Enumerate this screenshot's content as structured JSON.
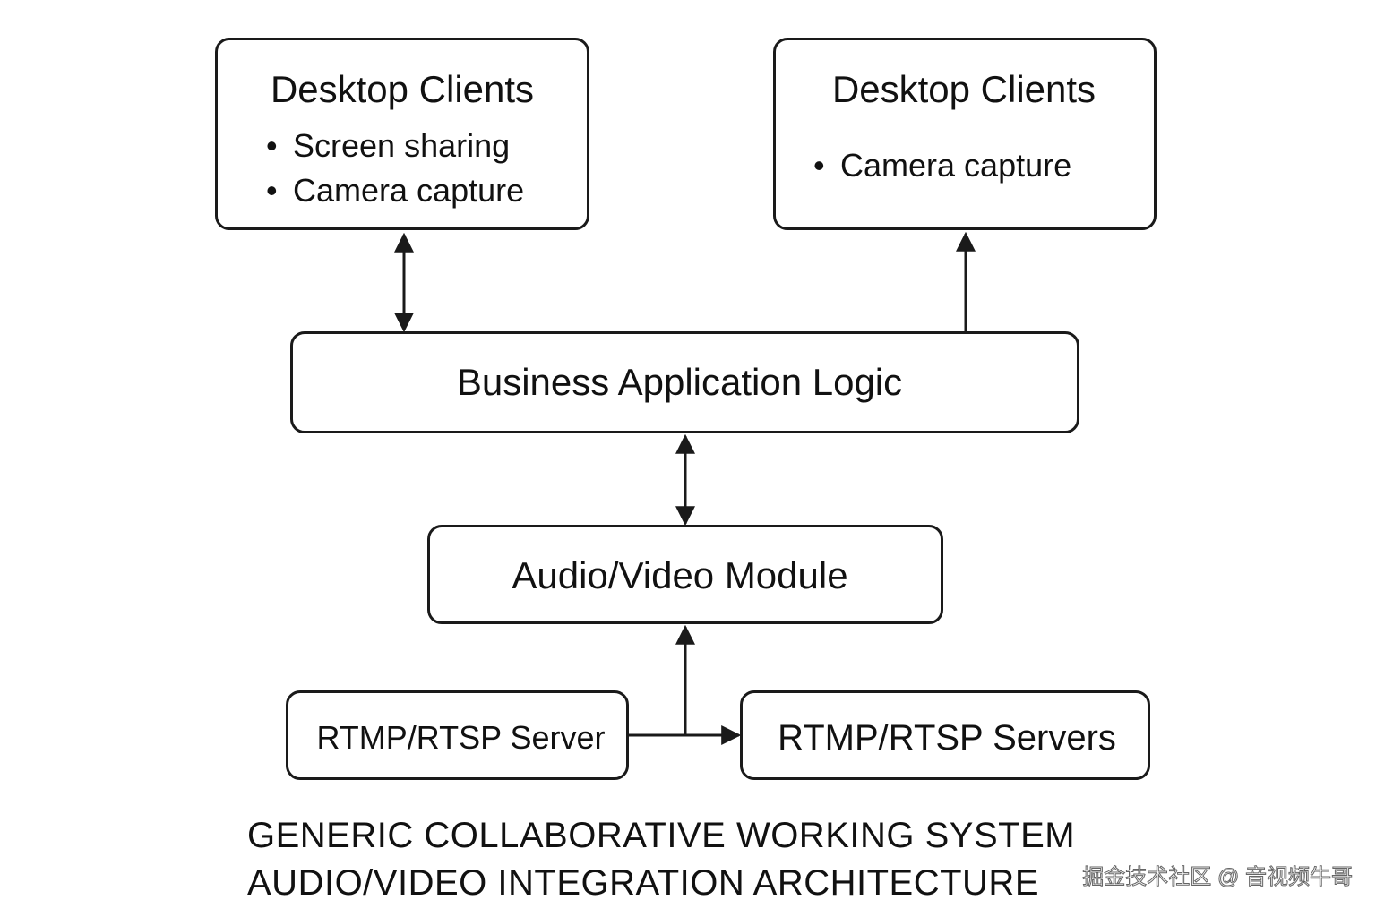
{
  "nodes": {
    "desktop_clients_left": {
      "title": "Desktop Clients",
      "bullets": [
        "Screen sharing",
        "Camera capture"
      ]
    },
    "desktop_clients_right": {
      "title": "Desktop Clients",
      "bullets": [
        "Camera capture"
      ]
    },
    "business_logic": {
      "title": "Business Application Logic"
    },
    "av_module": {
      "title": "Audio/Video Module"
    },
    "rtmp_server": {
      "title": "RTMP/RTSP Server"
    },
    "rtmp_servers": {
      "title": "RTMP/RTSP Servers"
    }
  },
  "edges": [
    {
      "from": "desktop_clients_left",
      "to": "business_logic",
      "direction": "both"
    },
    {
      "from": "business_logic",
      "to": "desktop_clients_right",
      "direction": "forward"
    },
    {
      "from": "business_logic",
      "to": "av_module",
      "direction": "both"
    },
    {
      "from": "rtmp_server",
      "to": "av_module",
      "direction": "forward"
    },
    {
      "from": "rtmp_server",
      "to": "rtmp_servers",
      "direction": "forward"
    }
  ],
  "caption": {
    "line1": "GENERIC COLLABORATIVE WORKING SYSTEM",
    "line2": "AUDIO/VIDEO INTEGRATION ARCHITECTURE"
  },
  "watermark": "掘金技术社区 @ 音视频牛哥",
  "colors": {
    "stroke": "#1a1a1a",
    "background": "#ffffff",
    "text": "#111111"
  }
}
